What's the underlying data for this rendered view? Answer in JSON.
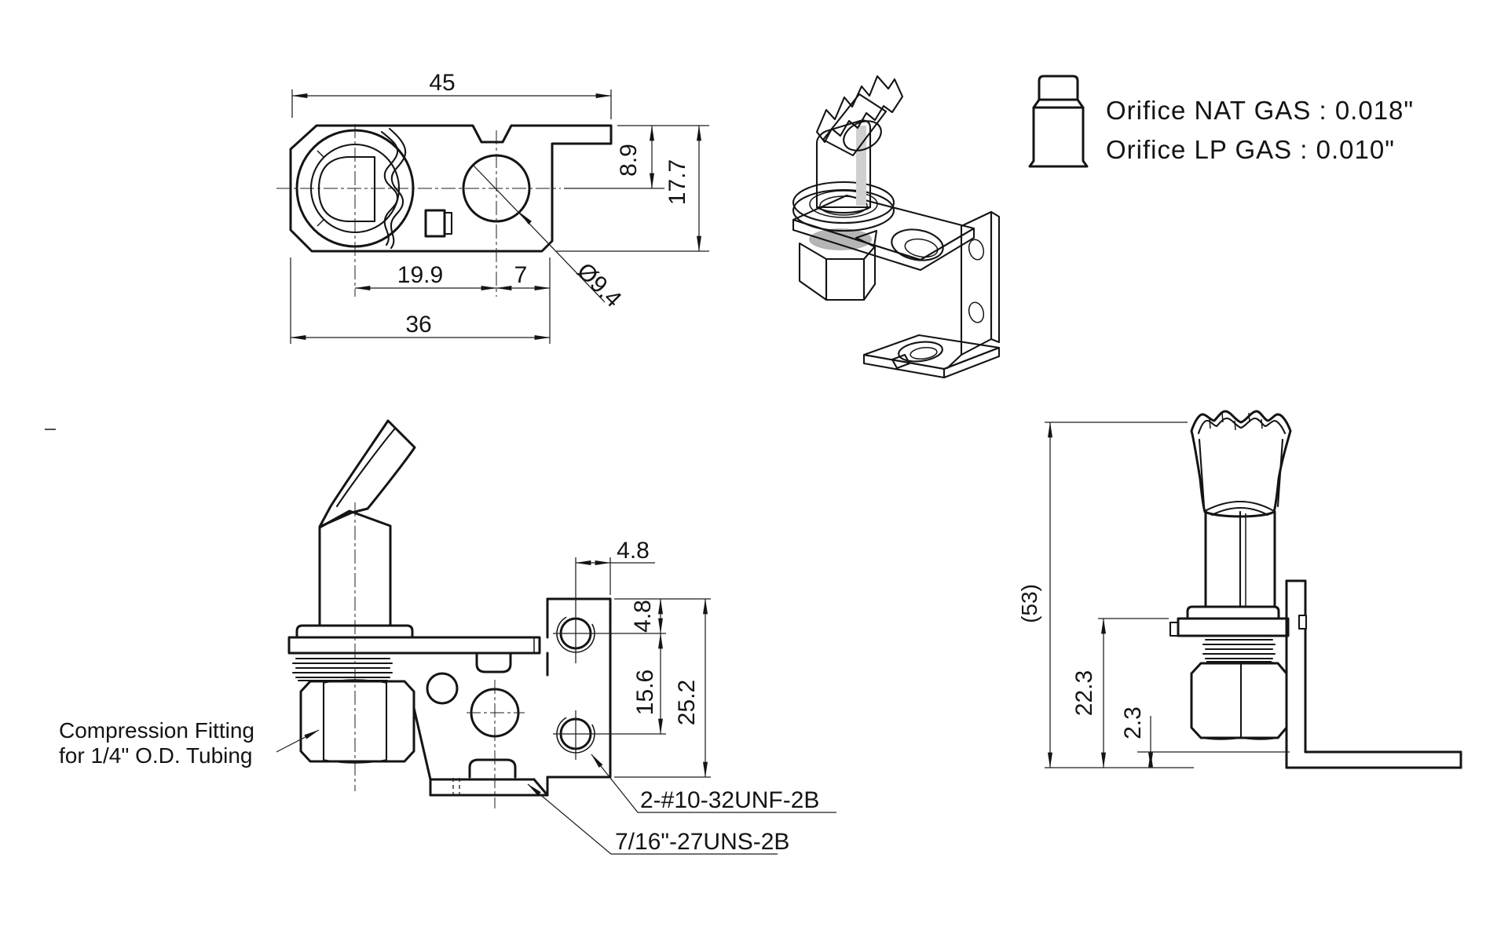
{
  "colors": {
    "ink": "#141414",
    "paper": "#ffffff"
  },
  "top_view": {
    "dim_total_width": "45",
    "dim_flange_offset": "8.9",
    "dim_total_height": "17.7",
    "dim_center_spacing": "19.9",
    "dim_hole_to_edge": "7",
    "dim_body_width": "36",
    "dim_hole_diameter": "Ø9.4"
  },
  "orifice_note": {
    "nat_gas": "Orifice NAT GAS : 0.018\"",
    "lp_gas": "Orifice LP GAS : 0.010\""
  },
  "front_view": {
    "fitting_label_1": "Compression Fitting",
    "fitting_label_2": "for 1/4\" O.D. Tubing",
    "dim_hole_inset_h": "4.8",
    "dim_hole_inset_v": "4.8",
    "dim_hole_spacing": "15.6",
    "dim_bracket_height": "25.2",
    "note_mounting_thread": "2-#10-32UNF-2B",
    "note_fitting_thread": "7/16\"-27UNS-2B"
  },
  "side_view": {
    "dim_overall_height": "(53)",
    "dim_under_plate": "22.3",
    "dim_foot_thickness": "2.3"
  }
}
